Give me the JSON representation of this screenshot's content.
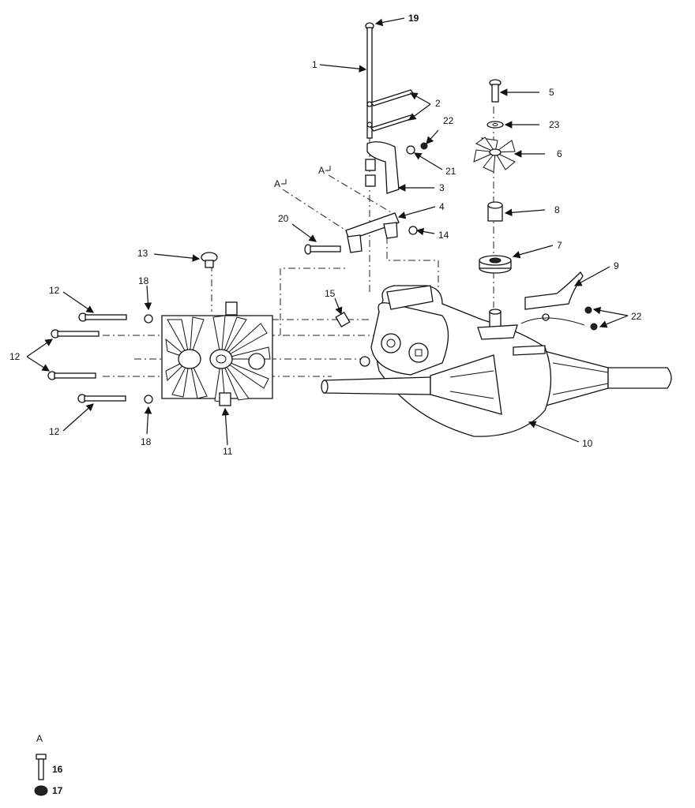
{
  "callouts": {
    "p1": "1",
    "p2": "2",
    "p3": "3",
    "p4": "4",
    "p5": "5",
    "p6": "6",
    "p7": "7",
    "p8": "8",
    "p9": "9",
    "p10": "10",
    "p11": "11",
    "p12": "12",
    "p13": "13",
    "p14": "14",
    "p15": "15",
    "p16": "16",
    "p17": "17",
    "p18": "18",
    "p19": "19",
    "p20": "20",
    "p21": "21",
    "p22": "22",
    "p23": "23"
  },
  "section_marker": "A"
}
